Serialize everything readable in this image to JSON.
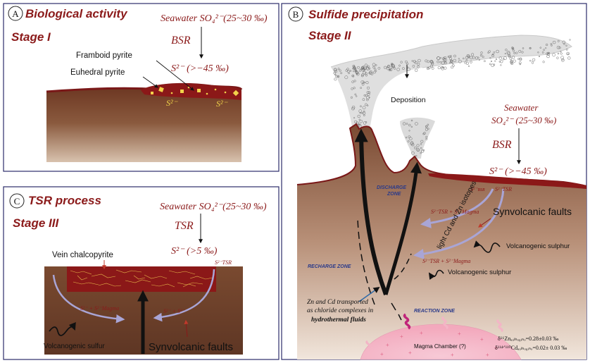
{
  "panelA": {
    "letter": "A",
    "title": "Biological  activity",
    "stage": "Stage I",
    "seawater": "Seawater SO₄²⁻(25~30 ‰)",
    "bsr": "BSR",
    "sulfide": "S²⁻ (>−45 ‰)",
    "framboid": "Framboid pyrite",
    "euhedral": "Euhedral pyrite",
    "s_label_1": "S²⁻",
    "s_label_2": "S²⁻"
  },
  "panelB": {
    "letter": "B",
    "title": "Sulfide precipitation",
    "stage": "Stage II",
    "deposition": "Deposition",
    "seawater_1": "Seawater",
    "seawater_2": "SO₄²⁻ (25~30 ‰)",
    "bsr": "BSR",
    "sulfide": "S²⁻ (>−45 ‰)",
    "discharge_1": "DISCHARGE",
    "discharge_2": "ZONE",
    "recharge": "RECHARGE ZONE",
    "reaction": "REACTION ZONE",
    "s_bsr": "S²⁻ʙsʀ",
    "s_tsr": "S²⁻TSR",
    "s_plus_magma": "S²⁻TSR + S²⁻Magma",
    "s_plus_magma_2": "S²⁻TSR + S²⁻Magma",
    "isotopes": "light Cd and Zn isotopes",
    "synvolcanic": "Synvolcanic faults",
    "volcanogenic_1": "Volcanogenic sulphur",
    "volcanogenic_2": "Volcanogenic sulphur",
    "transport_1": "Zn and Cd transported",
    "transport_2": "as  chloride complexes in",
    "transport_3": "hydrothermal fluids",
    "magma": "Magma Chamber (?)",
    "zn_isotope": "δ⁶⁶Znₐᵤₗₕₒ₈ᵢₙₒ=0.28±0.03 ‰",
    "cd_isotope": "δ¹¹⁴ᐟ¹¹⁰Cdₐᵤₗₕₒ₈ᵢₙₒ=0.02± 0.03 ‰"
  },
  "panelC": {
    "letter": "C",
    "title": "TSR process",
    "stage": "Stage III",
    "seawater": "Seawater SO₄²⁻(25~30 ‰)",
    "tsr": "TSR",
    "sulfide": "S²⁻ (>5 ‰)",
    "vein": "Vein chalcopyrite",
    "s_tsr": "S²⁻TSR",
    "volcanogenic": "Volcanogenic sulfur",
    "synvolcanic": "Synvolcanic faults",
    "s_plus_1": "S²⁻ + S²⁻Magma",
    "s_plus_2": "S²⁻ + S²⁻"
  },
  "colors": {
    "title_red": "#8b1a1a",
    "sediment_brown": "#7a4a30",
    "vein_red": "#8b1818",
    "fault_lavender": "#a9a5d6",
    "magma_pink": "#f3b5c6"
  }
}
